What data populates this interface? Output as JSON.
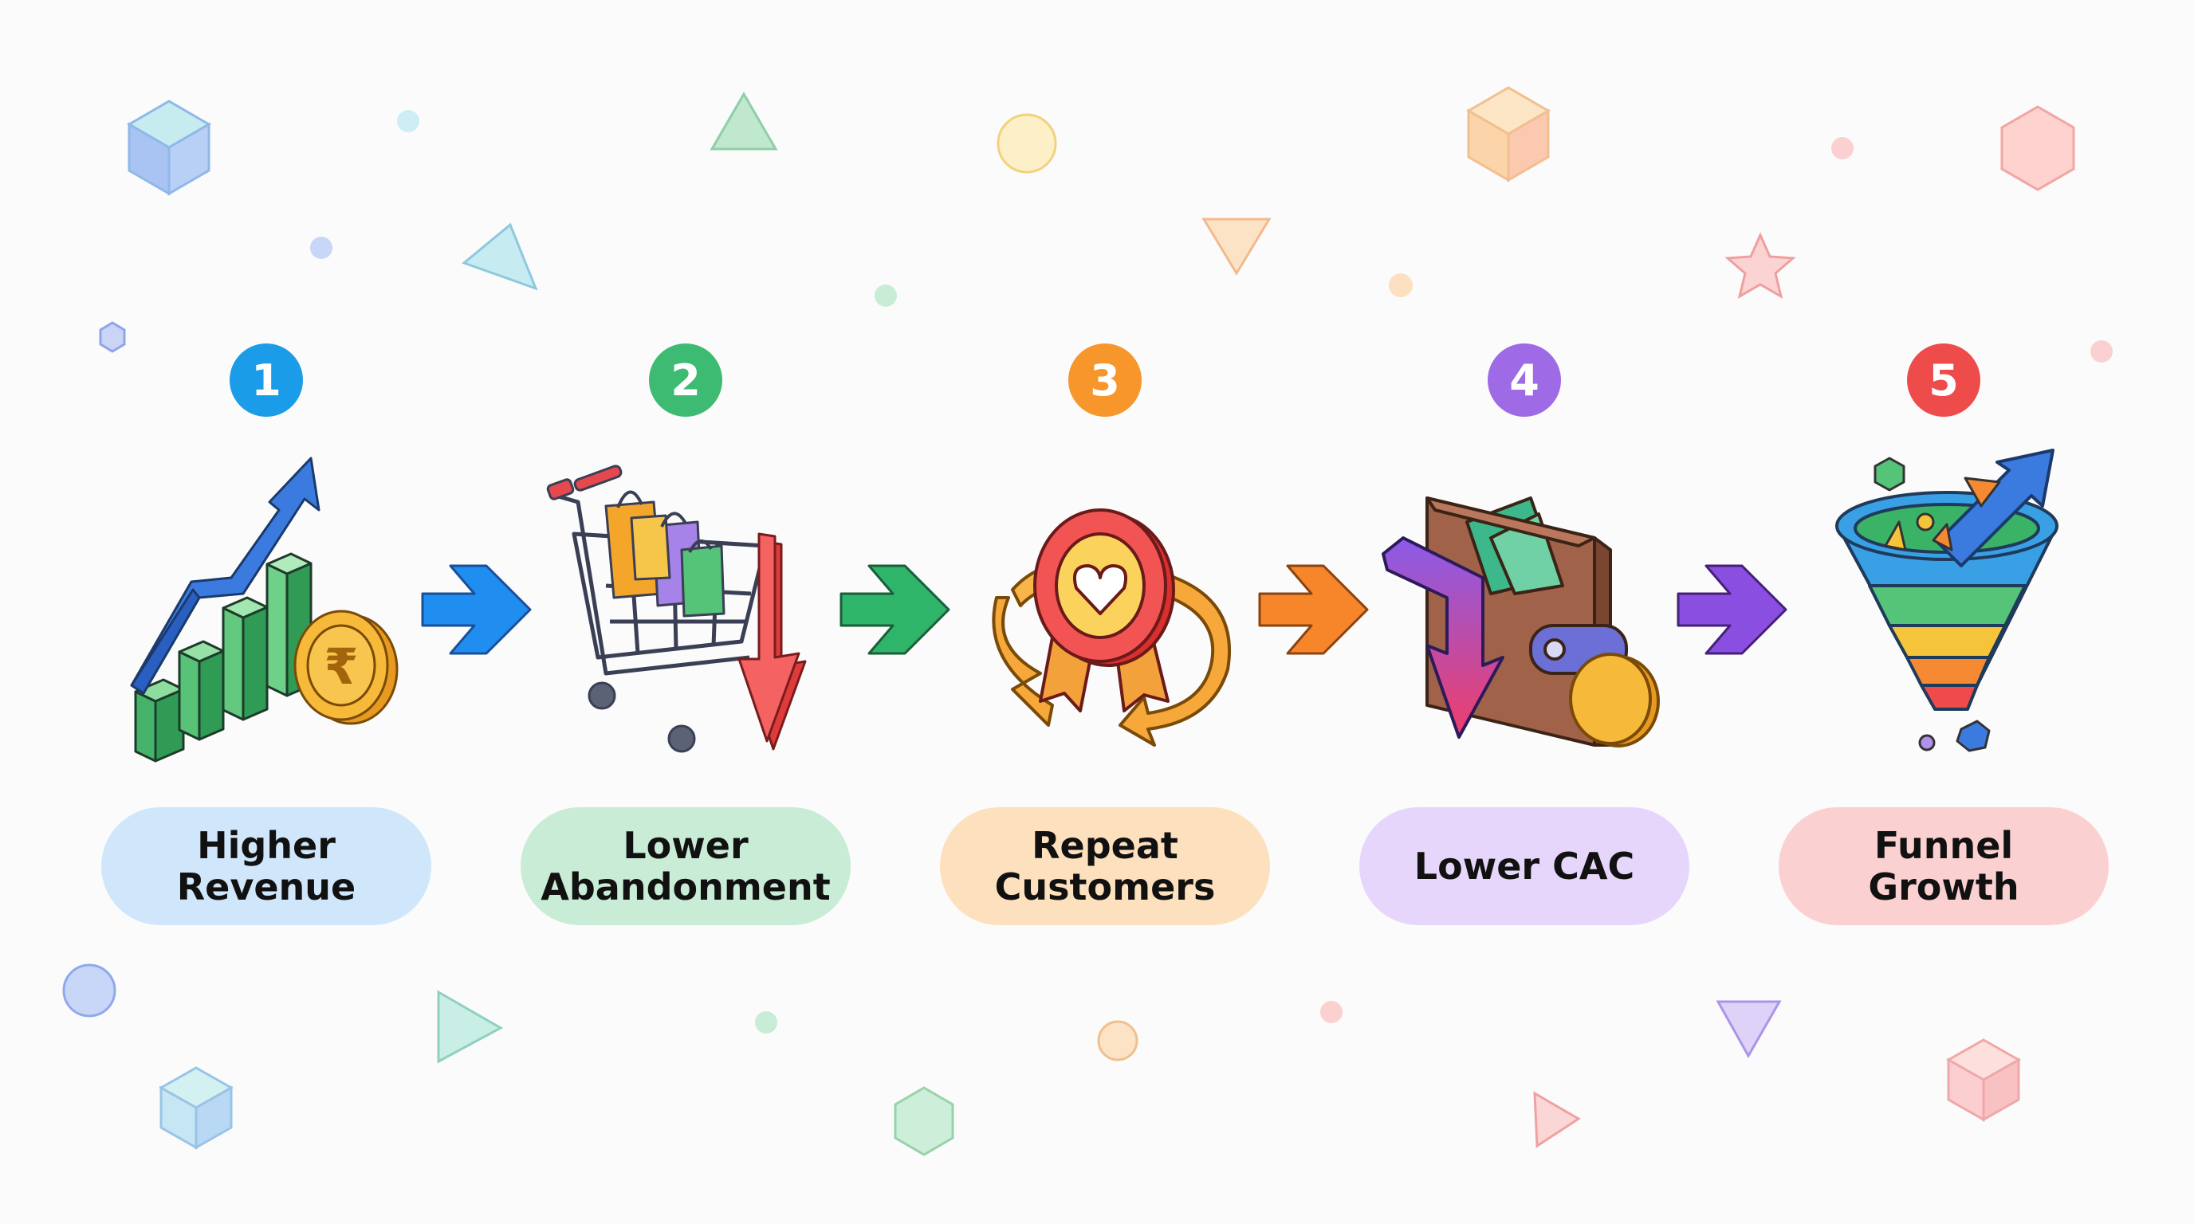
{
  "steps": [
    {
      "number": "1",
      "label": "Higher\nRevenue",
      "color": "#1a9ce8",
      "pill_color": "#cfe6fb",
      "icon": "bar-chart-rupee-icon"
    },
    {
      "number": "2",
      "label": "Lower\nAbandonment",
      "color": "#3dbb73",
      "pill_color": "#c9ecd6",
      "icon": "shopping-cart-down-arrow-icon"
    },
    {
      "number": "3",
      "label": "Repeat\nCustomers",
      "color": "#f7962b",
      "pill_color": "#fde0bd",
      "icon": "loyalty-badge-cycle-icon"
    },
    {
      "number": "4",
      "label": "Lower CAC",
      "color": "#9e6ae6",
      "pill_color": "#e6d6fb",
      "icon": "wallet-down-arrow-icon"
    },
    {
      "number": "5",
      "label": "Funnel\nGrowth",
      "color": "#ee4b4b",
      "pill_color": "#fbd0d0",
      "icon": "funnel-growth-icon"
    }
  ],
  "connectors": [
    {
      "icon": "arrow-right-icon",
      "color": "#1f8ef0"
    },
    {
      "icon": "arrow-right-icon",
      "color": "#2fb56a"
    },
    {
      "icon": "arrow-right-icon",
      "color": "#f7862b"
    },
    {
      "icon": "arrow-right-icon",
      "color": "#8a4fe0"
    }
  ]
}
